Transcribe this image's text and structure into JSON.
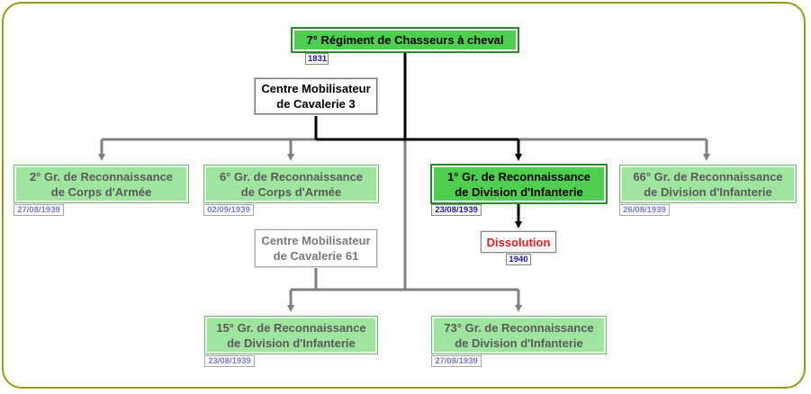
{
  "nodes": {
    "regiment": {
      "label": "7° Régiment de Chasseurs à cheval",
      "date": "1831"
    },
    "cm3": {
      "label_line1": "Centre Mobilisateur",
      "label_line2": "de Cavalerie 3"
    },
    "gr2": {
      "label_line1": "2° Gr. de Reconnaissance",
      "label_line2": "de Corps d'Armée",
      "date": "27/08/1939"
    },
    "gr6": {
      "label_line1": "6° Gr. de Reconnaissance",
      "label_line2": "de Corps d'Armée",
      "date": "02/09/1939"
    },
    "gr1": {
      "label_line1": "1° Gr. de Reconnaissance",
      "label_line2": "de Division d'Infanterie",
      "date": "23/08/1939"
    },
    "gr66": {
      "label_line1": "66° Gr. de Reconnaissance",
      "label_line2": "de Division d'Infanterie",
      "date": "26/08/1939"
    },
    "dissolution": {
      "label": "Dissolution",
      "date": "1940"
    },
    "cm61": {
      "label_line1": "Centre Mobilisateur",
      "label_line2": "de Cavalerie 61"
    },
    "gr15": {
      "label_line1": "15° Gr. de Reconnaissance",
      "label_line2": "de Division d'Infanterie",
      "date": "23/08/1939"
    },
    "gr73": {
      "label_line1": "73° Gr. de Reconnaissance",
      "label_line2": "de Division d'Infanterie",
      "date": "27/08/1939"
    }
  },
  "colors": {
    "frame": "#9a9a1a",
    "strong_line": "#000000",
    "light_line": "#808080",
    "green_strong": "#4fcf4f",
    "green_light": "#9fe59f",
    "dissolution_text": "#e02020"
  }
}
